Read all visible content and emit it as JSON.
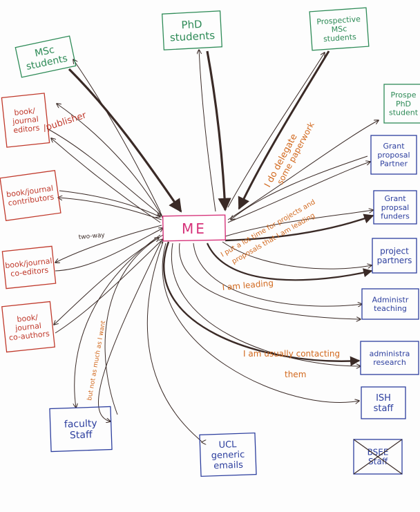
{
  "colors": {
    "ink": "#3a2a26",
    "green": "#2e8b57",
    "blue": "#2c3e9e",
    "red": "#c0392b",
    "orange": "#d2691e",
    "pink": "#d6337a",
    "paper": "#fdfdfd"
  },
  "center": {
    "label": "ME"
  },
  "nodes": {
    "msc_students": [
      "MSc",
      "students"
    ],
    "phd_students": [
      "PhD",
      "students"
    ],
    "prospective_msc": [
      "Prospective",
      "MSc",
      "students"
    ],
    "prospective_phd": [
      "Prospe",
      "PhD",
      "student"
    ],
    "grant_partner": [
      "Grant",
      "proposal",
      "Partner"
    ],
    "grant_funders": [
      "Grant",
      "propsal",
      "funders"
    ],
    "project_partners": [
      "project",
      "partners"
    ],
    "admin_teaching": [
      "Administr",
      "teaching"
    ],
    "admin_research": [
      "administra",
      "research"
    ],
    "ist_staff": [
      "ISH",
      "staff"
    ],
    "bsee_staff": [
      "BSEE",
      "Staff"
    ],
    "ucl_emails": [
      "UCL",
      "generic",
      "emails"
    ],
    "faculty_staff": [
      "faculty",
      "Staff"
    ],
    "book_editors": [
      "book/",
      "journal",
      "editors"
    ],
    "book_contributors": [
      "book/journal",
      "contributors"
    ],
    "book_coeditors": [
      "book/journal",
      "co-editors"
    ],
    "book_coauthors": [
      "book/",
      "journal",
      "co-authors"
    ]
  },
  "edge_labels": {
    "publisher": "/publisher",
    "two_way": "two-way",
    "delegate": "I do delegate",
    "delegate_2": "some paperwork",
    "put_a_lot": "I put a lot time for projects and",
    "put_a_lot_2": "proposals that I am leading",
    "i_am_leading": "I am leading",
    "contacting": "I am usually contacting",
    "contacting_2": "them",
    "vertical": "but not as much as I want"
  }
}
